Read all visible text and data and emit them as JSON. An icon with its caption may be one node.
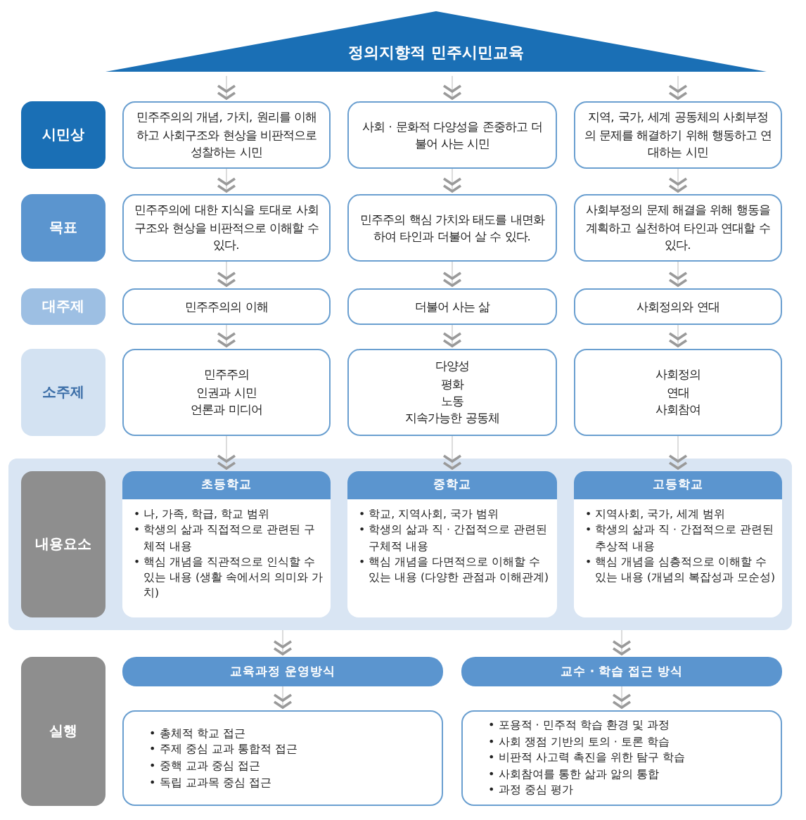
{
  "diagram": {
    "nodes": [
      {
        "text": [
          "정의지향적 민주시민교육"
        ]
      },
      {
        "text": [
          "시민상"
        ]
      },
      {
        "text": [
          "민주주의의 개념, 가치, 원리를 이해하고 사회구조와 현상을 비판적으로 성찰하는 시민"
        ]
      },
      {
        "text": [
          "사회 · 문화적 다양성을 존중하고 더불어 사는 시민"
        ]
      },
      {
        "text": [
          "지역, 국가, 세계 공동체의 사회부정의 문제를 해결하기 위해 행동하고 연대하는 시민"
        ]
      },
      {
        "text": [
          "목표"
        ]
      },
      {
        "text": [
          "민주주의에 대한 지식을 토대로 사회구조와 현상을 비판적으로 이해할 수 있다."
        ]
      },
      {
        "text": [
          "민주주의 핵심 가치와 태도를 내면화하여 타인과 더불어 살 수 있다."
        ]
      },
      {
        "text": [
          "사회부정의 문제 해결을 위해 행동을 계획하고 실천하여 타인과 연대할 수 있다."
        ]
      },
      {
        "text": [
          "대주제"
        ]
      },
      {
        "text": [
          "민주주의의 이해"
        ]
      },
      {
        "text": [
          "더불어 사는 삶"
        ]
      },
      {
        "text": [
          "사회정의와 연대"
        ]
      },
      {
        "text": [
          "소주제"
        ]
      },
      {
        "text": [
          "민주주의",
          "인권과 시민",
          "언론과 미디어"
        ]
      },
      {
        "text": [
          "다양성",
          "평화",
          "노동",
          "지속가능한 공동체"
        ]
      },
      {
        "text": [
          "사회정의",
          "연대",
          "사회참여"
        ]
      },
      {
        "text": [],
        "shape": "box"
      },
      {
        "text": [
          "내용요소"
        ],
        "in": 17
      },
      {
        "text": [
          "초등학교",
          "• 나, 가족, 학급, 학교 범위",
          "• 학생의 삶과 직접적으로 관련된 구체적 내용",
          "• 핵심 개념을 직관적으로 인식할 수 있는 내용 (생활 속에서의 의미와 가치)"
        ],
        "in": 17
      },
      {
        "text": [
          "중학교",
          "• 학교, 지역사회, 국가 범위",
          "• 학생의 삶과 직 · 간접적으로 관련된 구체적 내용",
          "• 핵심 개념을 다면적으로 이해할 수 있는 내용 (다양한 관점과 이해관계)"
        ],
        "in": 17
      },
      {
        "text": [
          "고등학교",
          "• 지역사회, 국가, 세계 범위",
          "• 학생의 삶과 직 · 간접적으로 관련된 추상적 내용",
          "• 핵심 개념을 심층적으로 이해할 수 있는 내용 (개념의 복잡성과 모순성)"
        ],
        "in": 17
      },
      {
        "text": [
          "실행"
        ]
      },
      {
        "text": [
          "교육과정 운영방식"
        ]
      },
      {
        "text": [
          "교수 · 학습 접근 방식"
        ]
      },
      {
        "text": [
          "• 총체적 학교 접근",
          "• 주제 중심 교과 통합적 접근",
          "• 중핵 교과 중심 접근",
          "• 독립 교과목 중심 접근"
        ]
      },
      {
        "text": [
          "• 포용적 · 민주적 학습 환경 및 과정",
          "• 사회 쟁점 기반의 토의 · 토론 학습",
          "• 비판적 사고력 촉진을 위한 탐구 학습",
          "• 사회참여를 통한 삶과 앎의 통합",
          "• 과정 중심 평가"
        ]
      }
    ],
    "edges": [
      {
        "from": 0,
        "to": 2,
        "arrow": "to"
      },
      {
        "from": 0,
        "to": 3,
        "arrow": "to"
      },
      {
        "from": 0,
        "to": 4,
        "arrow": "to"
      },
      {
        "from": 2,
        "to": 6,
        "arrow": "to"
      },
      {
        "from": 3,
        "to": 7,
        "arrow": "to"
      },
      {
        "from": 4,
        "to": 8,
        "arrow": "to"
      },
      {
        "from": 6,
        "to": 10,
        "arrow": "to"
      },
      {
        "from": 7,
        "to": 11,
        "arrow": "to"
      },
      {
        "from": 8,
        "to": 12,
        "arrow": "to"
      },
      {
        "from": 10,
        "to": 14,
        "arrow": "to"
      },
      {
        "from": 11,
        "to": 15,
        "arrow": "to"
      },
      {
        "from": 12,
        "to": 16,
        "arrow": "to"
      },
      {
        "from": 14,
        "to": 19,
        "arrow": "to"
      },
      {
        "from": 15,
        "to": 20,
        "arrow": "to"
      },
      {
        "from": 16,
        "to": 21,
        "arrow": "to"
      },
      {
        "from": 17,
        "to": 23,
        "arrow": "to"
      },
      {
        "from": 17,
        "to": 24,
        "arrow": "to"
      },
      {
        "from": 23,
        "to": 25,
        "arrow": "to"
      },
      {
        "from": 24,
        "to": 26,
        "arrow": "to"
      }
    ]
  }
}
